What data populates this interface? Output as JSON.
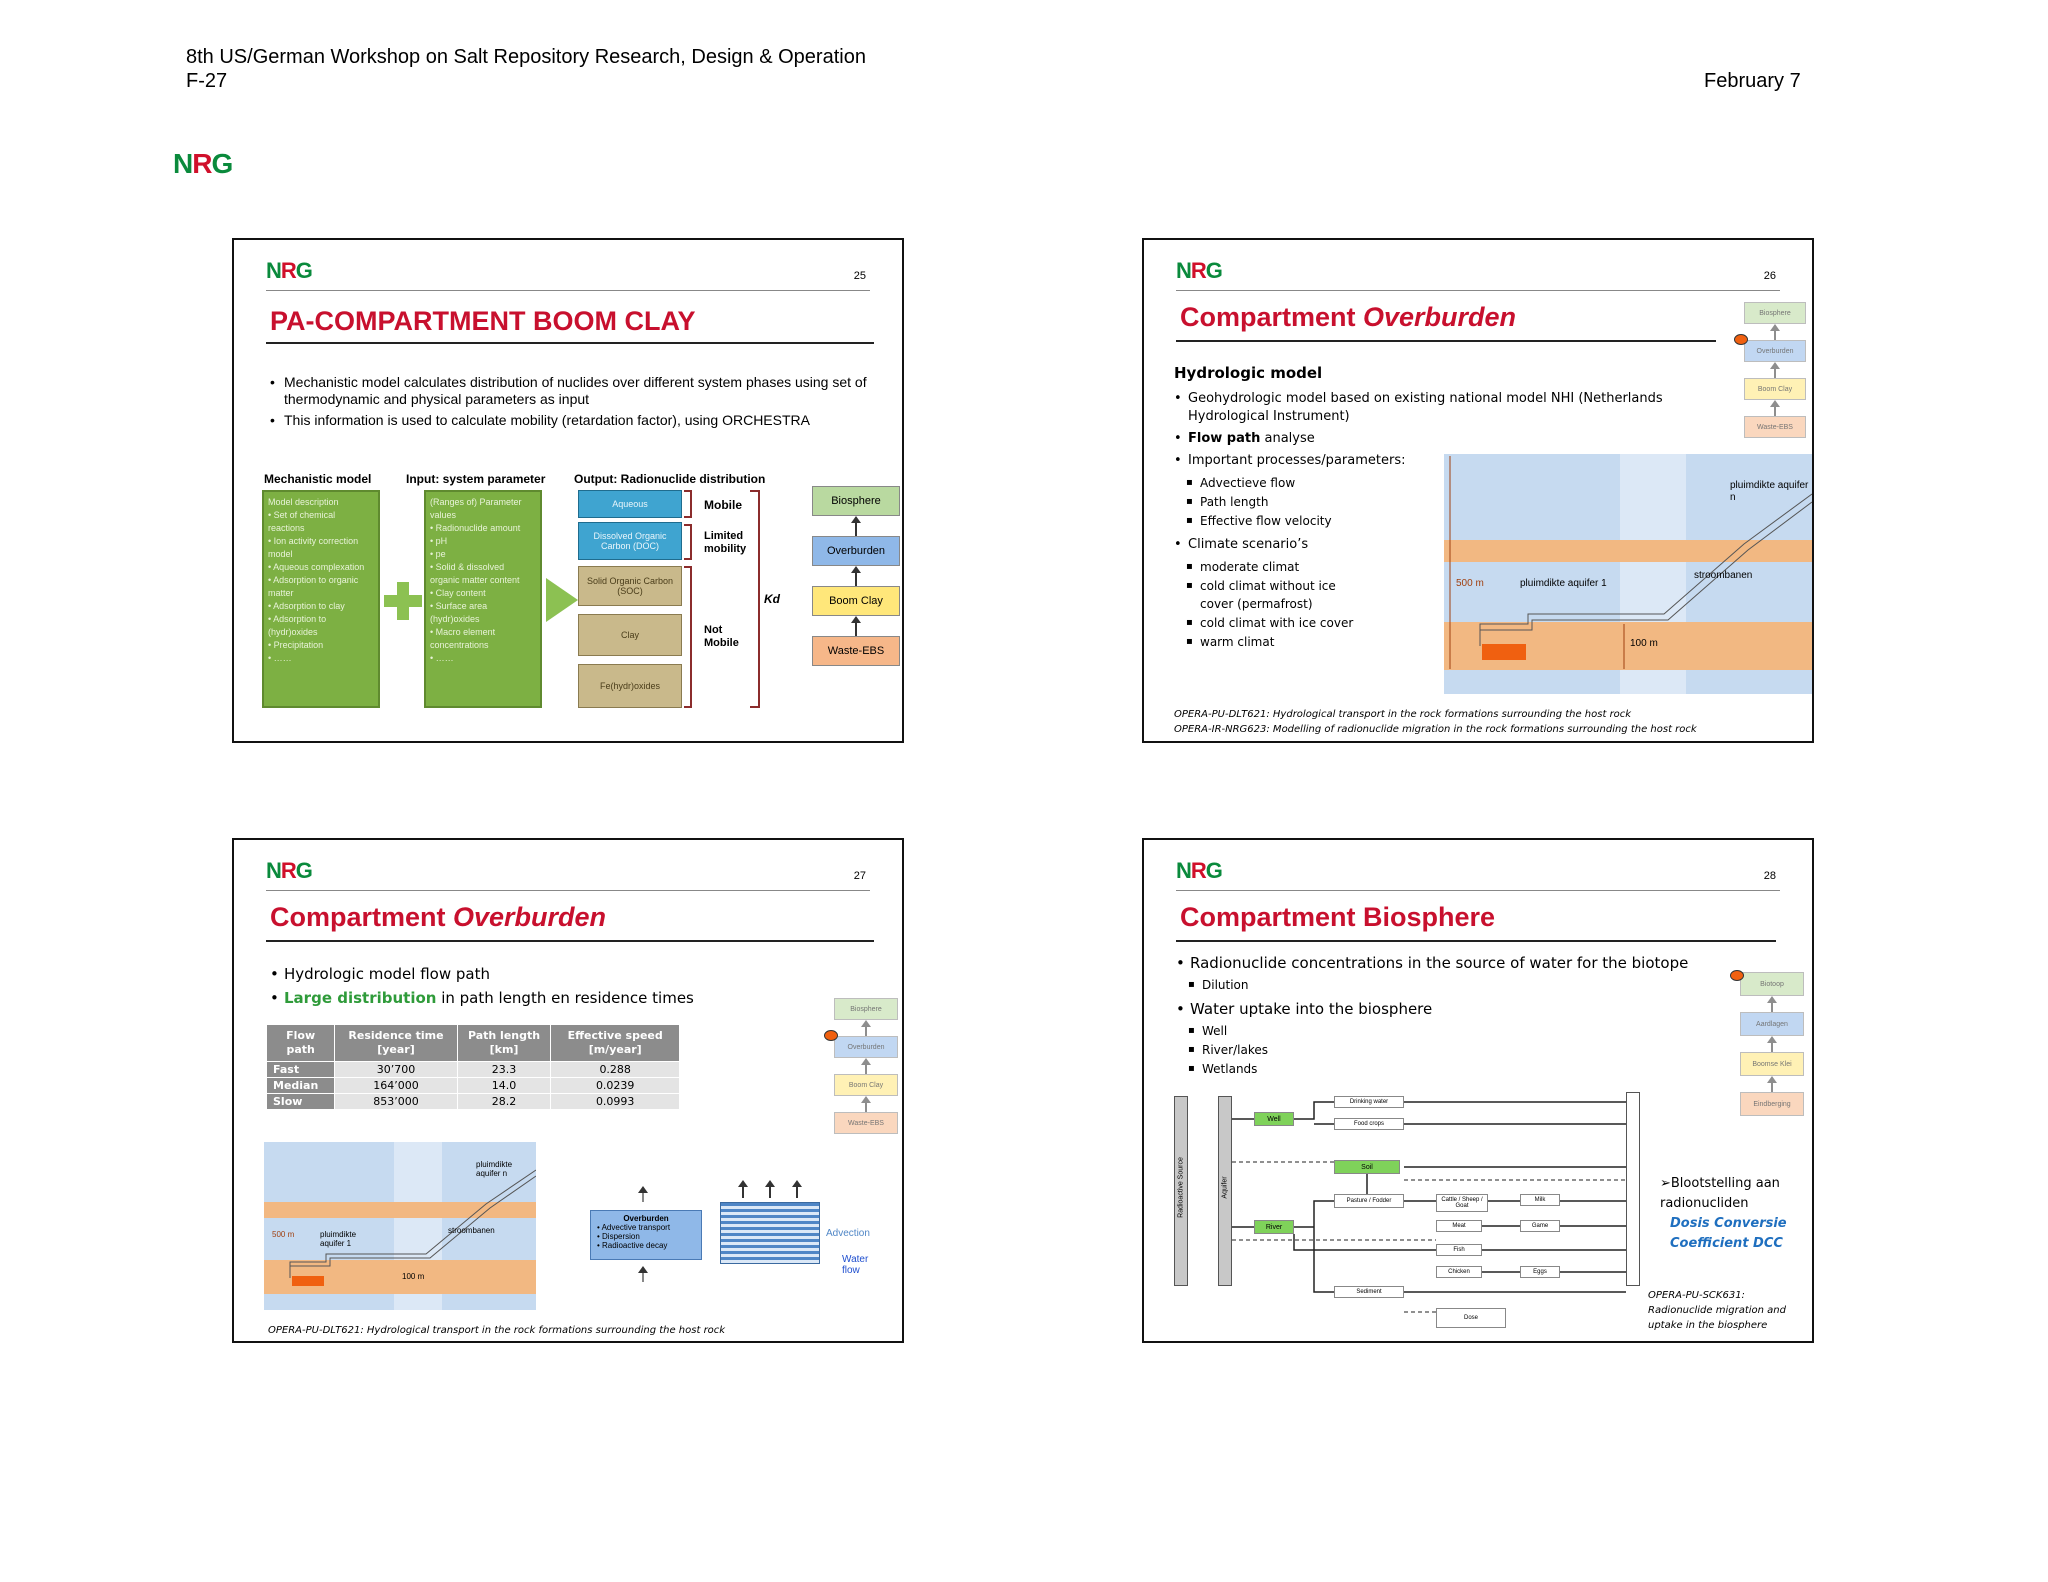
{
  "header": {
    "line1": "8th US/German Workshop on Salt Repository Research, Design & Operation",
    "line2": "F-27",
    "date": "February 7"
  },
  "page_logo": "NRG",
  "slides": [
    {
      "num": "25",
      "logo": "NRG",
      "title": "PA-COMPARTMENT BOOM CLAY",
      "bullets": [
        "Mechanistic model calculates distribution of nuclides over different system phases using set of thermodynamic and physical parameters as input",
        "This information is used to calculate mobility (retardation factor), using ORCHESTRA"
      ],
      "col_headers": [
        "Mechanistic model",
        "Input: system parameter",
        "Output: Radionuclide distribution"
      ],
      "model_desc": "Model description\n• Set of chemical reactions\n• Ion activity correction model\n• Aqueous complexation\n• Adsorption to organic matter\n• Adsorption to clay\n• Adsorption to (hydr)oxides\n• Precipitation\n• ……",
      "param_desc": "(Ranges of) Parameter values\n• Radionuclide amount\n• pH\n• pe\n• Solid & dissolved organic matter content\n• Clay content\n• Surface area (hydr)oxides\n• Macro element concentrations\n• ……",
      "phases": [
        "Aqueous",
        "Dissolved Organic Carbon (DOC)",
        "Solid Organic Carbon (SOC)",
        "Clay",
        "Fe(hydr)oxides"
      ],
      "mobility": [
        "Mobile",
        "Limited mobility",
        "Not Mobile"
      ],
      "kd": "Kd",
      "compartments": [
        "Biosphere",
        "Overburden",
        "Boom Clay",
        "Waste-EBS"
      ]
    },
    {
      "num": "26",
      "logo": "NRG",
      "title_a": "Compartment ",
      "title_b": "Overburden",
      "subhead": "Hydrologic model",
      "b1": "Geohydrologic model based on existing national model NHI (Netherlands Hydrological Instrument)",
      "b2a": "Flow path",
      "b2b": " analyse",
      "b3": "Important processes/parameters:",
      "b3_sub": [
        "Advectieve flow",
        "Path length",
        "Effective flow velocity"
      ],
      "b4": "Climate scenario’s",
      "b4_sub": [
        "moderate climat",
        "cold climat without ice cover  (permafrost)",
        "cold climat with ice cover",
        "warm climat"
      ],
      "fig": {
        "depth": "500 m",
        "aq1": "pluimdikte aquifer 1",
        "aqn": "pluimdikte aquifer n",
        "streams": "stroombanen",
        "thick": "100 m"
      },
      "compartments": [
        "Biosphere",
        "Overburden",
        "Boom Clay",
        "Waste-EBS"
      ],
      "refs": [
        "OPERA-PU-DLT621: Hydrological transport in the rock formations surrounding the host rock",
        "OPERA-IR-NRG623: Modelling of radionuclide migration in the rock formations surrounding the host rock"
      ]
    },
    {
      "num": "27",
      "logo": "NRG",
      "title_a": "Compartment ",
      "title_b": "Overburden",
      "b1": "Hydrologic model flow path",
      "b2a": "Large distribution",
      "b2b": " in path length en residence times",
      "table": {
        "headers": [
          "Flow path",
          "Residence time [year]",
          "Path length [km]",
          "Effective speed [m/year]"
        ],
        "rows": [
          [
            "Fast",
            "30’700",
            "23.3",
            "0.288"
          ],
          [
            "Median",
            "164’000",
            "14.0",
            "0.0239"
          ],
          [
            "Slow",
            "853’000",
            "28.2",
            "0.0993"
          ]
        ]
      },
      "fig": {
        "depth": "500 m",
        "aq1": "pluimdikte aquifer 1",
        "aqn": "pluimdikte aquifer n",
        "streams": "stroombanen",
        "thick": "100 m"
      },
      "ob_box": {
        "title": "Overburden",
        "items": [
          "Advective transport",
          "Dispersion",
          "Radioactive decay"
        ]
      },
      "advection": "Advection",
      "water": "Water flow",
      "compartments": [
        "Biosphere",
        "Overburden",
        "Boom Clay",
        "Waste-EBS"
      ],
      "ref": "OPERA-PU-DLT621: Hydrological transport in the rock formations surrounding the host rock"
    },
    {
      "num": "28",
      "logo": "NRG",
      "title": "Compartment Biosphere",
      "b1": "Radionuclide concentrations in the source of water for the biotope",
      "b1_sub": [
        "Dilution"
      ],
      "b2": "Water uptake into the biosphere",
      "b2_sub": [
        "Well",
        "River/lakes",
        "Wetlands"
      ],
      "diagram": {
        "left1": "Radioactive Source",
        "left2": "Aquifer",
        "well": "Well",
        "soil": "Soil",
        "river": "River",
        "pasture": "Pasture / Fodder",
        "cattle": "Cattle / Sheep / Goat",
        "milk": "Milk",
        "meat": "Meat",
        "fish": "Fish",
        "game": "Game",
        "eggs": "Eggs",
        "chicken": "Chicken",
        "food": "Food crops",
        "drink": "Drinking water",
        "sediment": "Sediment",
        "dose": "Dose"
      },
      "note_a": "➢Blootstelling aan radionucliden",
      "note_b": "Dosis Conversie Coefficient DCC",
      "compartments": [
        "Biotoop",
        "Aardlagen",
        "Boomse Klei",
        "Eindberging"
      ],
      "ref": "OPERA-PU-SCK631: Radionuclide migration and uptake in the biosphere"
    }
  ],
  "colors": {
    "title_red": "#c8102e",
    "logo_green": "#0a8a3c",
    "bio": "#b9d9a0",
    "ob": "#8fb8e8",
    "bc": "#ffe77a",
    "waste": "#f6b789"
  }
}
